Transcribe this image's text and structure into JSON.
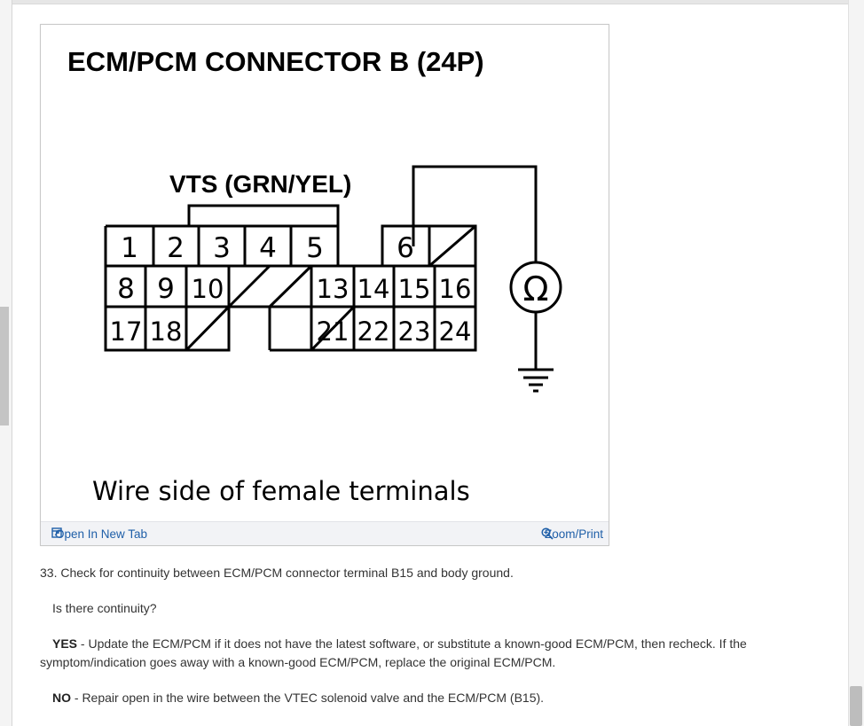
{
  "figure": {
    "title": "ECM/PCM CONNECTOR B (24P)",
    "wire_label": "VTS (GRN/YEL)",
    "caption": "Wire side of female terminals",
    "ohm_symbol": "Ω",
    "terminals": {
      "row1": [
        "1",
        "2",
        "3",
        "4",
        "5",
        "6"
      ],
      "row2": [
        "8",
        "9",
        "10",
        "13",
        "14",
        "15",
        "16"
      ],
      "row3": [
        "17",
        "18",
        "21",
        "22",
        "23",
        "24"
      ]
    }
  },
  "footer": {
    "open_label": "Open In New Tab",
    "zoom_label": "Zoom/Print",
    "open_icon": "open-new-tab-icon",
    "zoom_icon": "zoom-in-icon"
  },
  "content": {
    "step": "33. Check for continuity between ECM/PCM connector terminal B15 and body ground.",
    "question": "Is there continuity?",
    "yes_label": "YES",
    "yes_text": " - Update the ECM/PCM if it does not have the latest software, or substitute a known-good ECM/PCM, then recheck. If the symptom/indication goes away with a known-good ECM/PCM, replace the original ECM/PCM.",
    "no_label": "NO",
    "no_text": " - Repair open in the wire between the VTEC solenoid valve and the ECM/PCM (B15)."
  },
  "colors": {
    "link": "#1f5fa8",
    "text": "#333333",
    "footer_bg": "#f2f3f6"
  }
}
